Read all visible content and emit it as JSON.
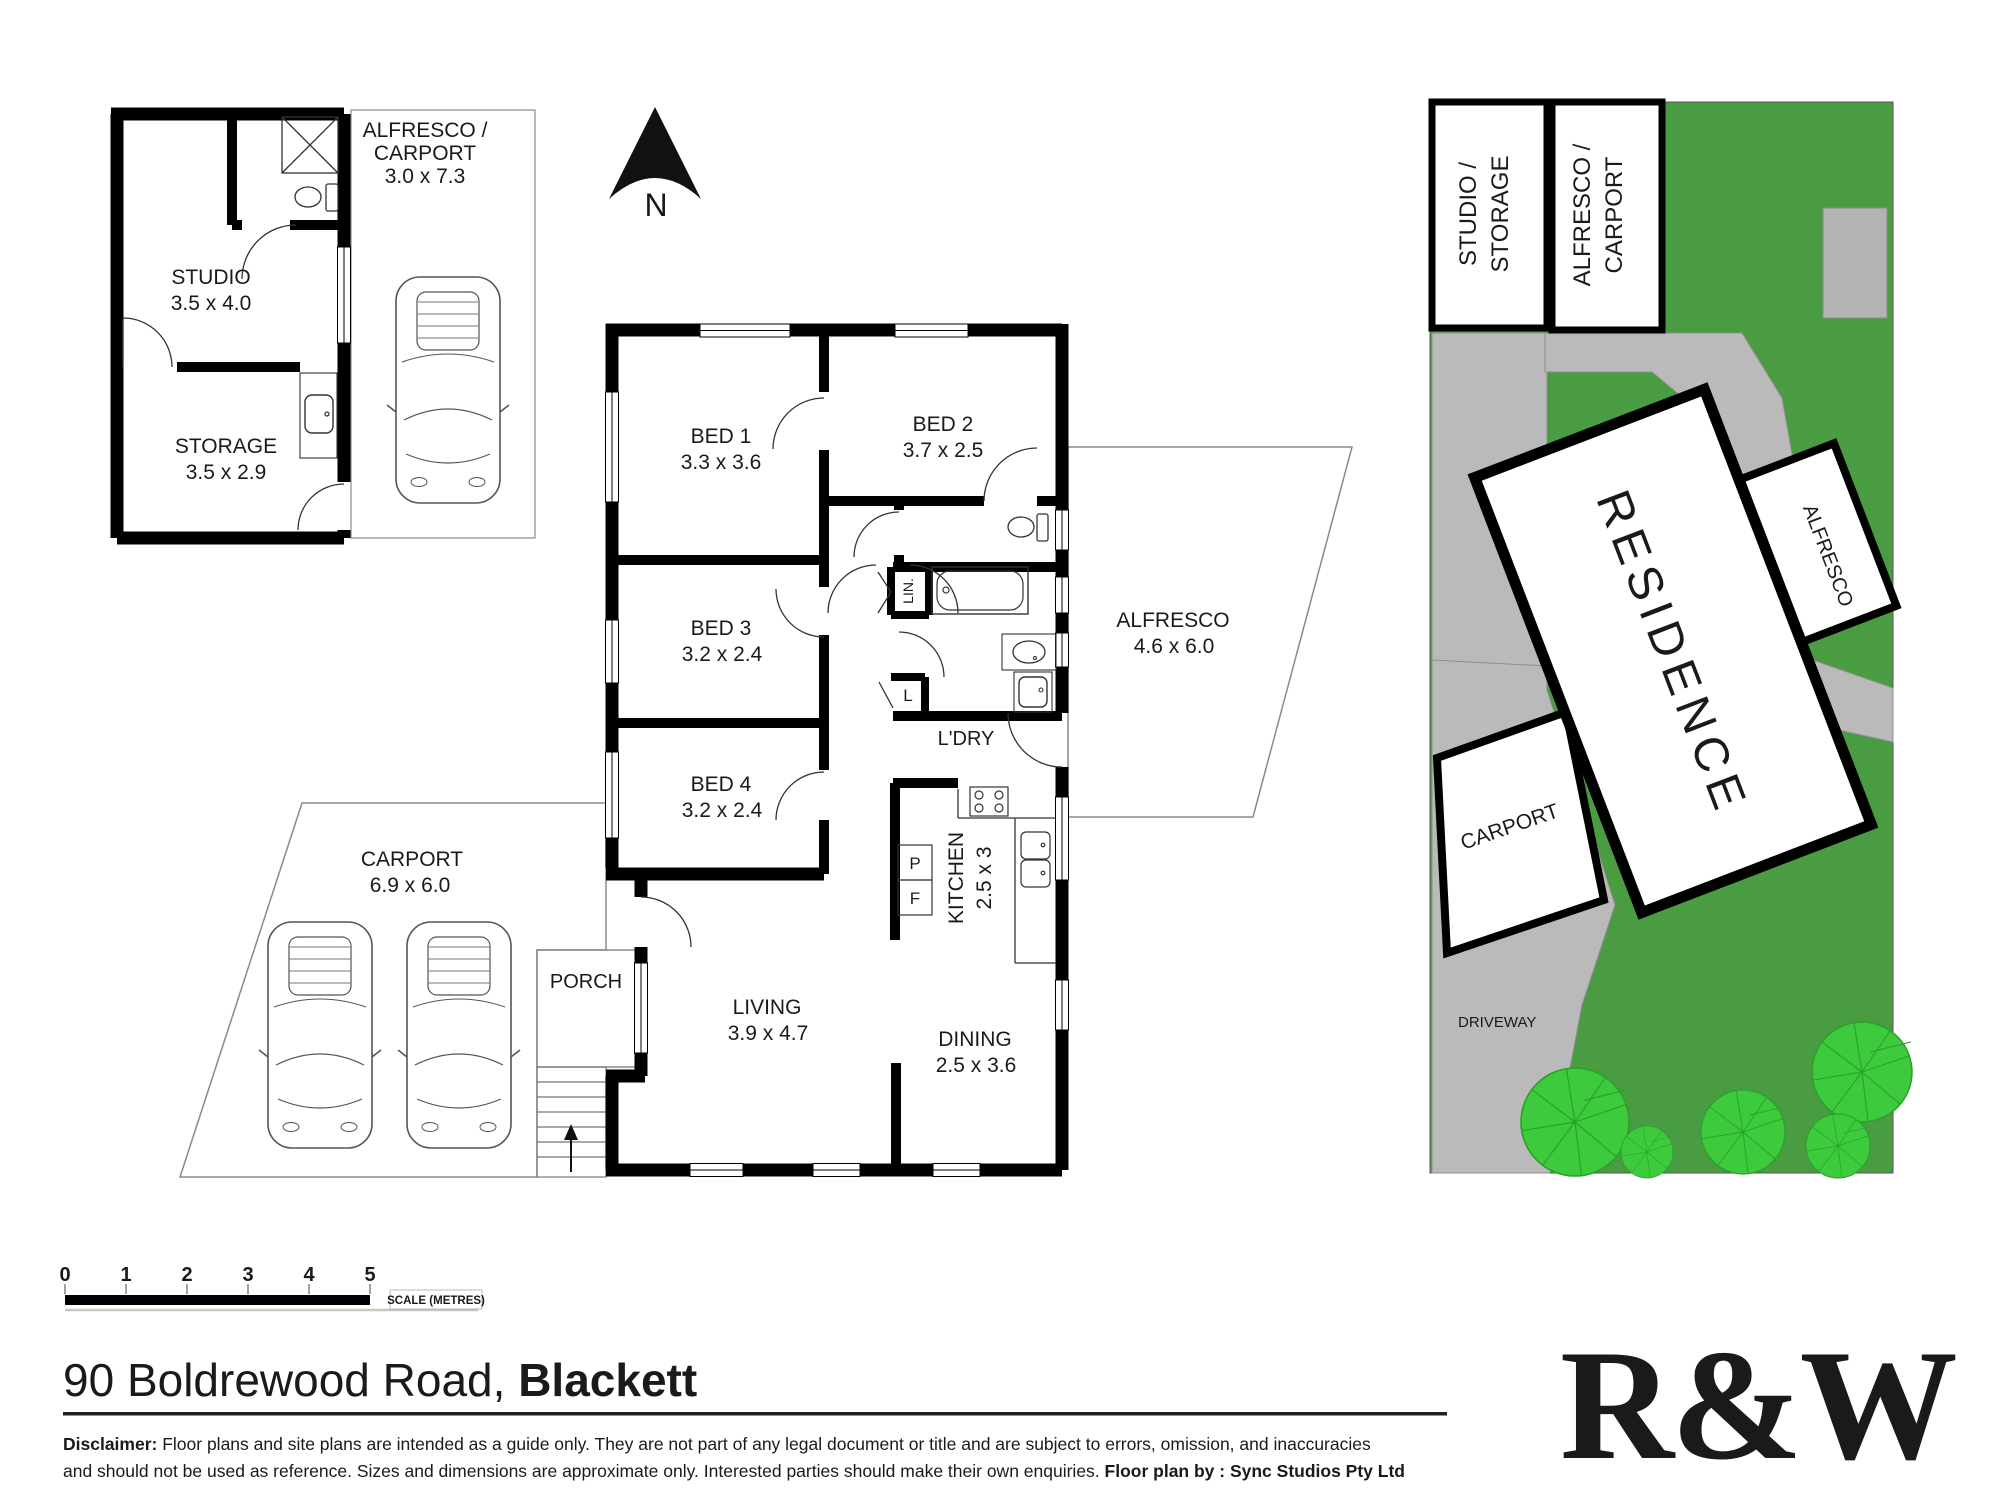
{
  "north": {
    "label": "N"
  },
  "studio_building": {
    "studio": {
      "name": "STUDIO",
      "dims": "3.5 x 4.0"
    },
    "storage": {
      "name": "STORAGE",
      "dims": "3.5 x 2.9"
    },
    "alfresco_carport": {
      "line1": "ALFRESCO /",
      "line2": "CARPORT",
      "dims": "3.0 x 7.3"
    }
  },
  "main_house": {
    "bed1": {
      "name": "BED 1",
      "dims": "3.3 x 3.6"
    },
    "bed2": {
      "name": "BED 2",
      "dims": "3.7 x 2.5"
    },
    "bed3": {
      "name": "BED 3",
      "dims": "3.2 x 2.4"
    },
    "bed4": {
      "name": "BED 4",
      "dims": "3.2 x 2.4"
    },
    "alfresco": {
      "name": "ALFRESCO",
      "dims": "4.6 x 6.0"
    },
    "laundry": {
      "name": "L'DRY"
    },
    "linen": {
      "name": "LIN."
    },
    "linen_small": {
      "name": "L"
    },
    "pantry": {
      "name": "P"
    },
    "fridge": {
      "name": "F"
    },
    "kitchen": {
      "name": "KITCHEN",
      "dims": "2.5 x 3"
    },
    "living": {
      "name": "LIVING",
      "dims": "3.9 x 4.7"
    },
    "dining": {
      "name": "DINING",
      "dims": "2.5 x 3.6"
    },
    "porch": {
      "name": "PORCH"
    },
    "carport": {
      "name": "CARPORT",
      "dims": "6.9 x 6.0"
    }
  },
  "site_plan": {
    "studio_storage_line1": "STUDIO /",
    "studio_storage_line2": "STORAGE",
    "alfresco_carport_line1": "ALFRESCO /",
    "alfresco_carport_line2": "CARPORT",
    "residence": "RESIDENCE",
    "alfresco": "ALFRESCO",
    "carport": "CARPORT",
    "driveway": "DRIVEWAY"
  },
  "scale_bar": {
    "ticks": [
      "0",
      "1",
      "2",
      "3",
      "4",
      "5"
    ],
    "label": "SCALE (METRES)"
  },
  "address": {
    "regular": "90 Boldrewood Road, ",
    "bold": "Blackett"
  },
  "disclaimer": {
    "bold_label": "Disclaimer:",
    "line1": " Floor plans and site plans are intended as a guide only. They are not part of any legal document or title and are subject to errors, omission, and inaccuracies",
    "line2_regular": "and should not be used as reference. Sizes and dimensions are approximate only. Interested parties should make their own enquiries. ",
    "line2_bold": "Floor plan by : Sync Studios Pty Ltd"
  },
  "logo": {
    "text": "R&W",
    "color": "#e2173c"
  },
  "colors": {
    "wall": "#000000",
    "lawn": "#4a9c43",
    "tree": "#3dca3d",
    "tree_line": "#28a228",
    "driveway": "#bababa",
    "shed": "#b3b3b3",
    "logo_red": "#e2173c"
  }
}
